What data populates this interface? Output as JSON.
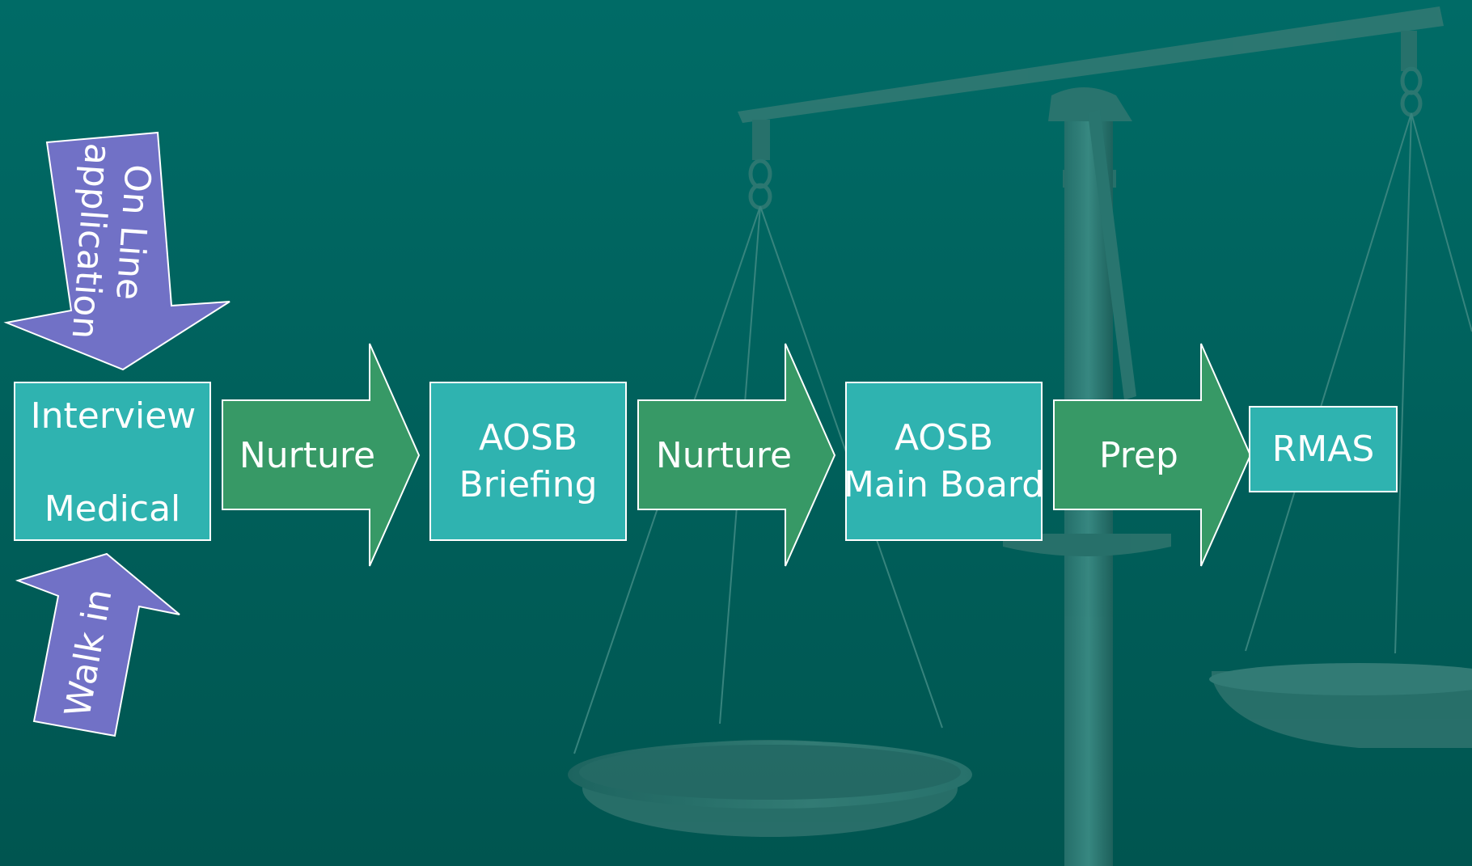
{
  "colors": {
    "bg_top": "#006b66",
    "bg_bottom": "#005550",
    "scale": "#2f7a74",
    "box_teal": "#2fb3b0",
    "arrow_green": "#379966",
    "arrow_purple": "#7171c6",
    "stroke": "#ffffff"
  },
  "entry": {
    "online_label_line1": "On Line",
    "online_label_line2": "application",
    "walkin_label": "Walk in"
  },
  "steps": {
    "interview_medical": {
      "line1": "Interview",
      "line2": "Medical"
    },
    "nurture_1": "Nurture",
    "aosb_briefing": {
      "line1": "AOSB",
      "line2": "Briefing"
    },
    "nurture_2": "Nurture",
    "aosb_main_board": {
      "line1": "AOSB",
      "line2": "Main Board"
    },
    "prep": "Prep",
    "rmas": "RMAS"
  },
  "background_image": "balance-scale"
}
